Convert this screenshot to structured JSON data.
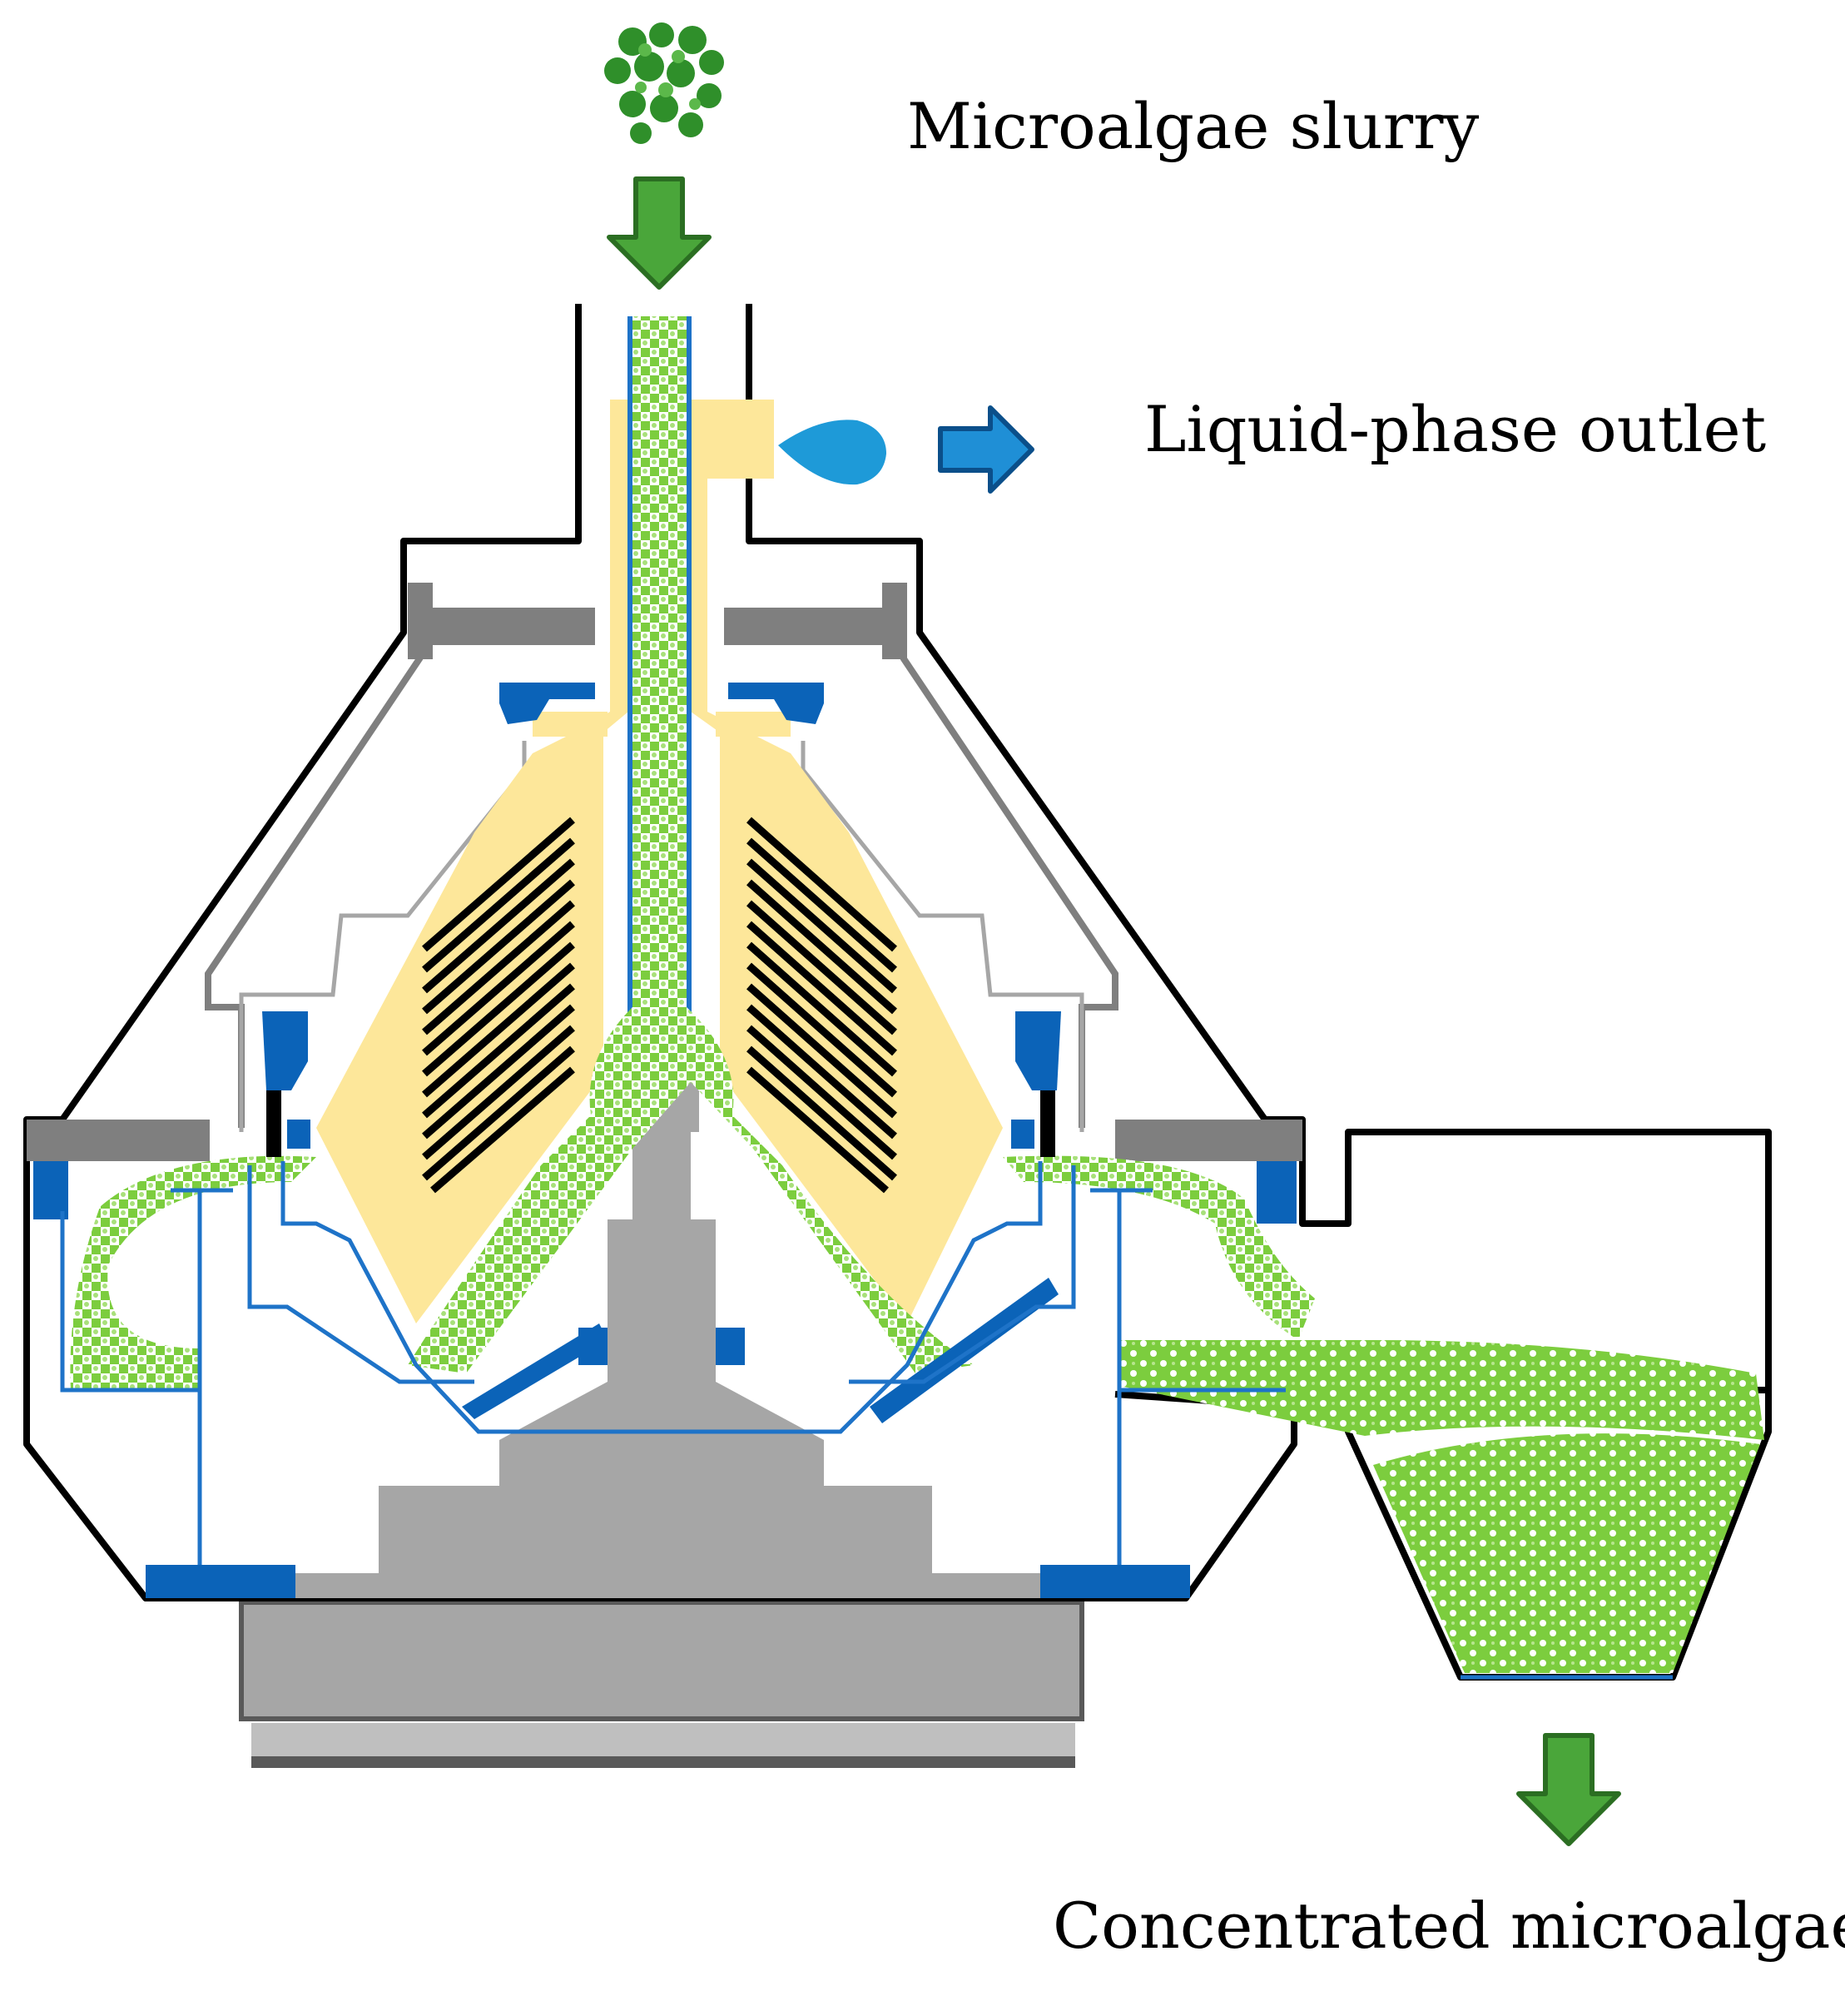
{
  "labels": {
    "inlet": "Microalgae slurry",
    "liquid_outlet": "Liquid-phase outlet",
    "solid_outlet": "Concentrated microalgae"
  },
  "colors": {
    "outline": "#000000",
    "steel_gray": "#7f7f7f",
    "light_gray": "#a6a6a6",
    "seal_blue": "#0b63b8",
    "disc_cream": "#fde79a",
    "slurry_green": "#7ccd3e",
    "arrow_green": "#4aa63a",
    "arrow_blue": "#1f8fd6",
    "liquid_drop": "#1e9ad8"
  },
  "icons": {
    "algae_cluster": "algae-cluster-icon",
    "inlet_arrow": "arrow-down-icon",
    "liquid_arrow": "arrow-right-icon",
    "solid_arrow": "arrow-down-icon",
    "liquid_drop": "water-drop-icon"
  }
}
